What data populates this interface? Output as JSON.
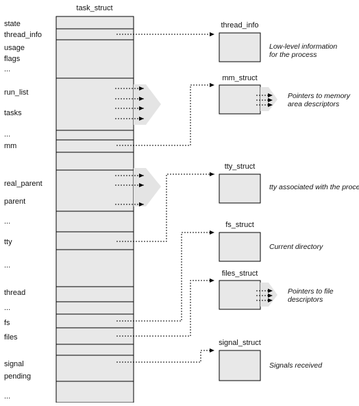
{
  "task_struct": {
    "title": "task_struct",
    "fields": {
      "state": "state",
      "thread_info": "thread_info",
      "usage": "usage",
      "flags": "flags",
      "dots1": "...",
      "run_list": "run_list",
      "tasks": "tasks",
      "dots2": "...",
      "mm": "mm",
      "real_parent": "real_parent",
      "parent": "parent",
      "dots3": "...",
      "tty": "tty",
      "dots4": "...",
      "thread": "thread",
      "dots5": "...",
      "fs": "fs",
      "files": "files",
      "signal": "signal",
      "pending": "pending",
      "dots6": "..."
    }
  },
  "structs": {
    "thread_info": {
      "title": "thread_info",
      "desc": [
        "Low-level information",
        "for the process"
      ]
    },
    "mm_struct": {
      "title": "mm_struct",
      "desc": [
        "Pointers to memory",
        "area descriptors"
      ]
    },
    "tty_struct": {
      "title": "tty_struct",
      "desc": [
        "tty associated with the process"
      ]
    },
    "fs_struct": {
      "title": "fs_struct",
      "desc": [
        "Current directory"
      ]
    },
    "files_struct": {
      "title": "files_struct",
      "desc": [
        "Pointers to file",
        "descriptors"
      ]
    },
    "signal_struct": {
      "title": "signal_struct",
      "desc": [
        "Signals received"
      ]
    }
  }
}
